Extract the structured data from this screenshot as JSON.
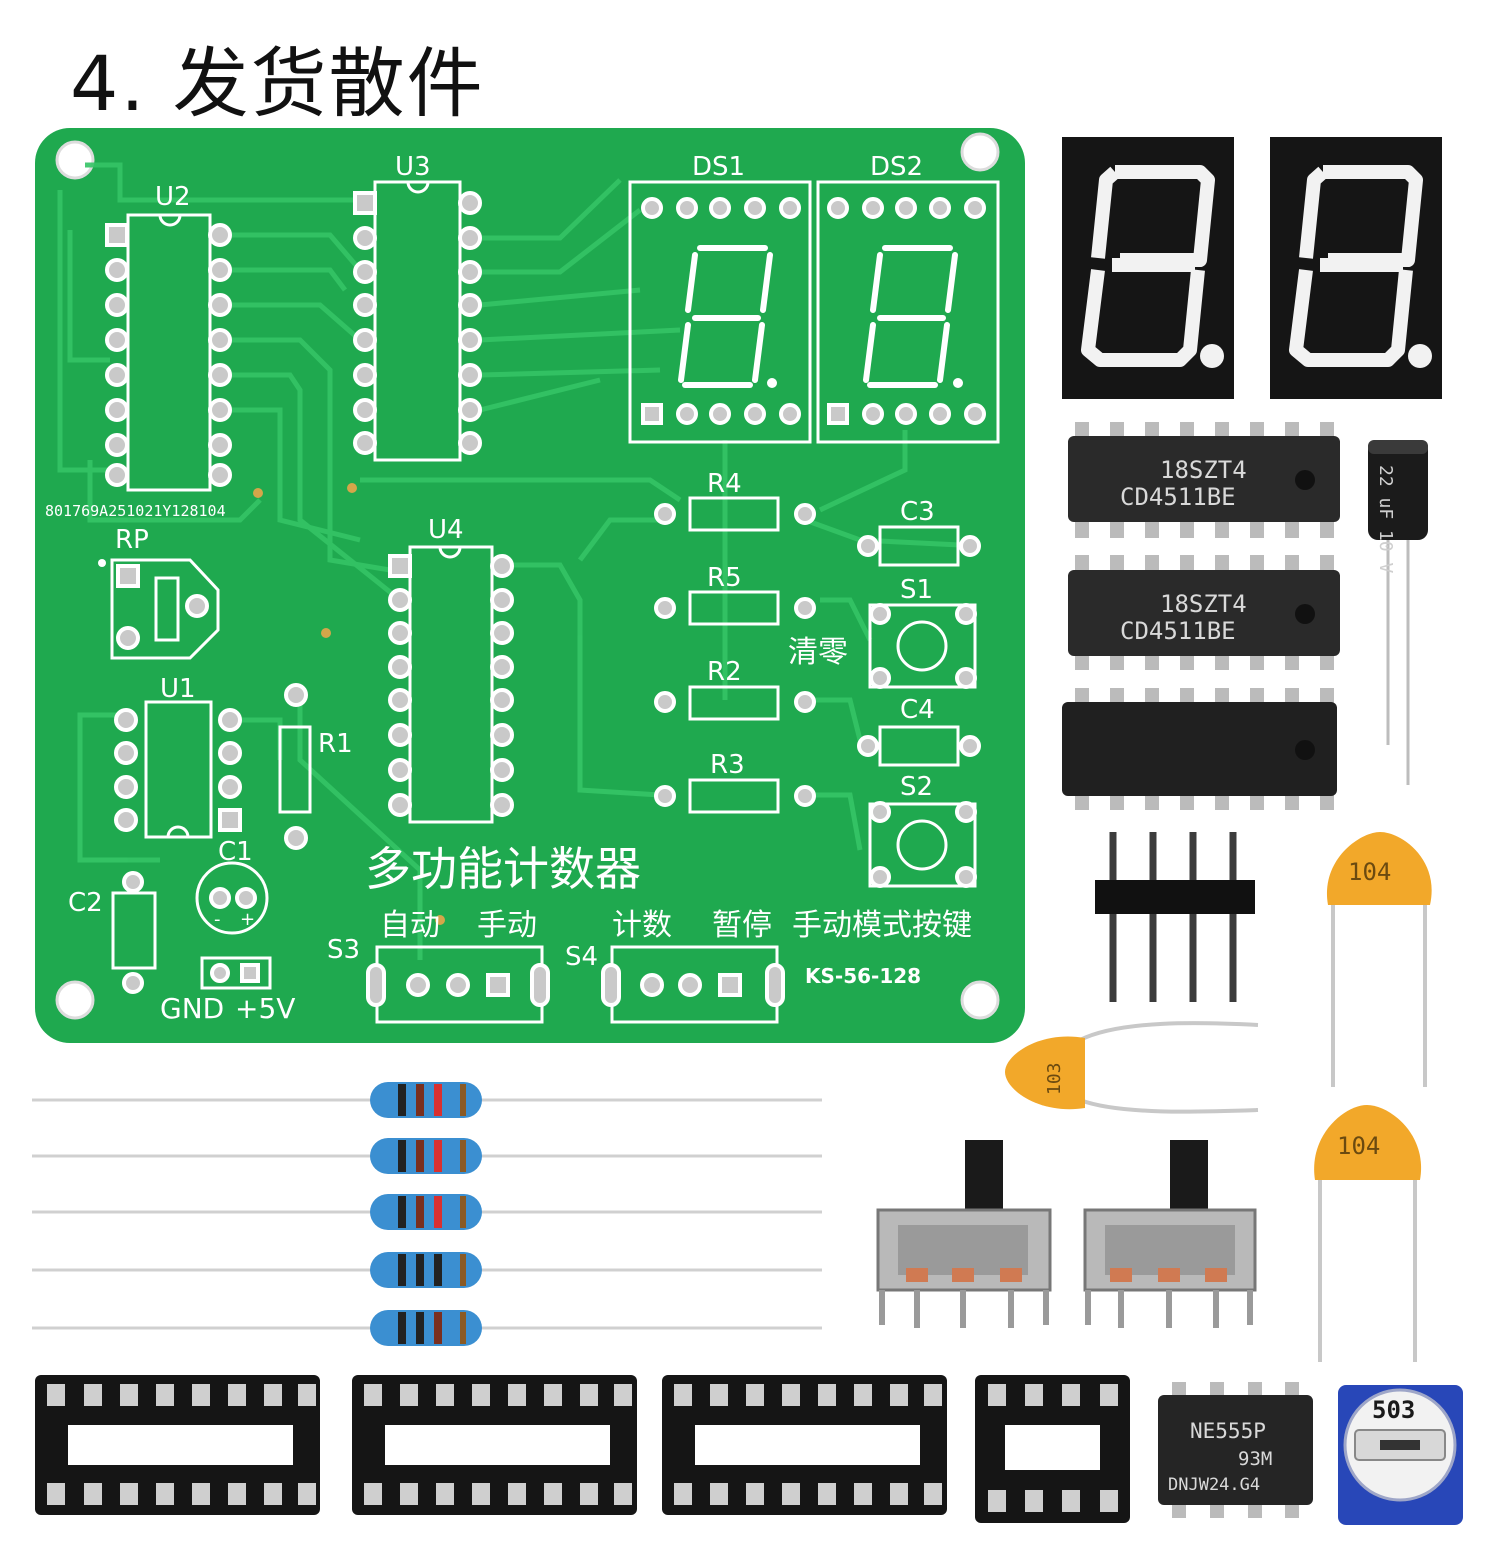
{
  "page": {
    "title": "4. 发货散件"
  },
  "pcb": {
    "colors": {
      "board": "#1fa94f",
      "trace": "#35c466",
      "silk": "#ffffff",
      "pad": "#c9c9c9"
    },
    "labels": {
      "u1": "U1",
      "u2": "U2",
      "u3": "U3",
      "u4": "U4",
      "ds1": "DS1",
      "ds2": "DS2",
      "r1": "R1",
      "r2": "R2",
      "r3": "R3",
      "r4": "R4",
      "r5": "R5",
      "c1": "C1",
      "c2": "C2",
      "c3": "C3",
      "c4": "C4",
      "s1": "S1",
      "s2": "S2",
      "s3": "S3",
      "s4": "S4",
      "rp": "RP",
      "serial": "801769A251021Y128104",
      "clear": "清零",
      "board_name": "多功能计数器",
      "auto": "自动",
      "manual": "手动",
      "count": "计数",
      "pause": "暂停",
      "manual_key": "手动模式按键",
      "model": "KS-56-128",
      "gnd": "GND",
      "vcc": "+5V",
      "minus": "-",
      "plus": "+"
    }
  },
  "parts": {
    "ic_marking_1": "18SZT4",
    "ic_marking_2": "CD4511BE",
    "ne555_marking_1": "NE555P",
    "ne555_marking_2": "93M",
    "ne555_marking_3": "DNJW24.G4",
    "cap_104": "104",
    "cap_103": "103",
    "pot_value": "503",
    "elec_cap_value": "22 uF 10 V",
    "colors": {
      "display_body": "#151515",
      "display_segment": "#f2f2f2",
      "ceramic_cap": "#f2a82a",
      "resistor_body": "#3b8fd1",
      "pot_base": "#2847b8"
    }
  }
}
